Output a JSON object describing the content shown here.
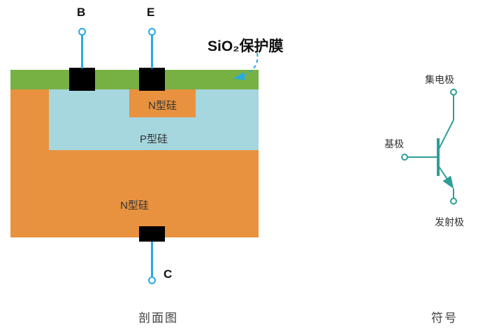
{
  "figure": {
    "cross_section": {
      "caption": "剖面图",
      "terminal_b": "B",
      "terminal_e": "E",
      "terminal_c": "C",
      "emitter_region": "N型硅",
      "base_region": "P型硅",
      "collector_region": "N型硅",
      "sio2_label": "SiO₂保护膜"
    },
    "symbol": {
      "caption": "符号",
      "collector_label": "集电极",
      "base_label": "基极",
      "emitter_label": "发射极"
    },
    "colors": {
      "n_silicon": "#E8923F",
      "sio2_layer": "#77B043",
      "p_silicon": "#A6D6DE",
      "wire": "#29A9E0",
      "contact": "#000000",
      "symbol_stroke": "#2E9E98"
    }
  }
}
